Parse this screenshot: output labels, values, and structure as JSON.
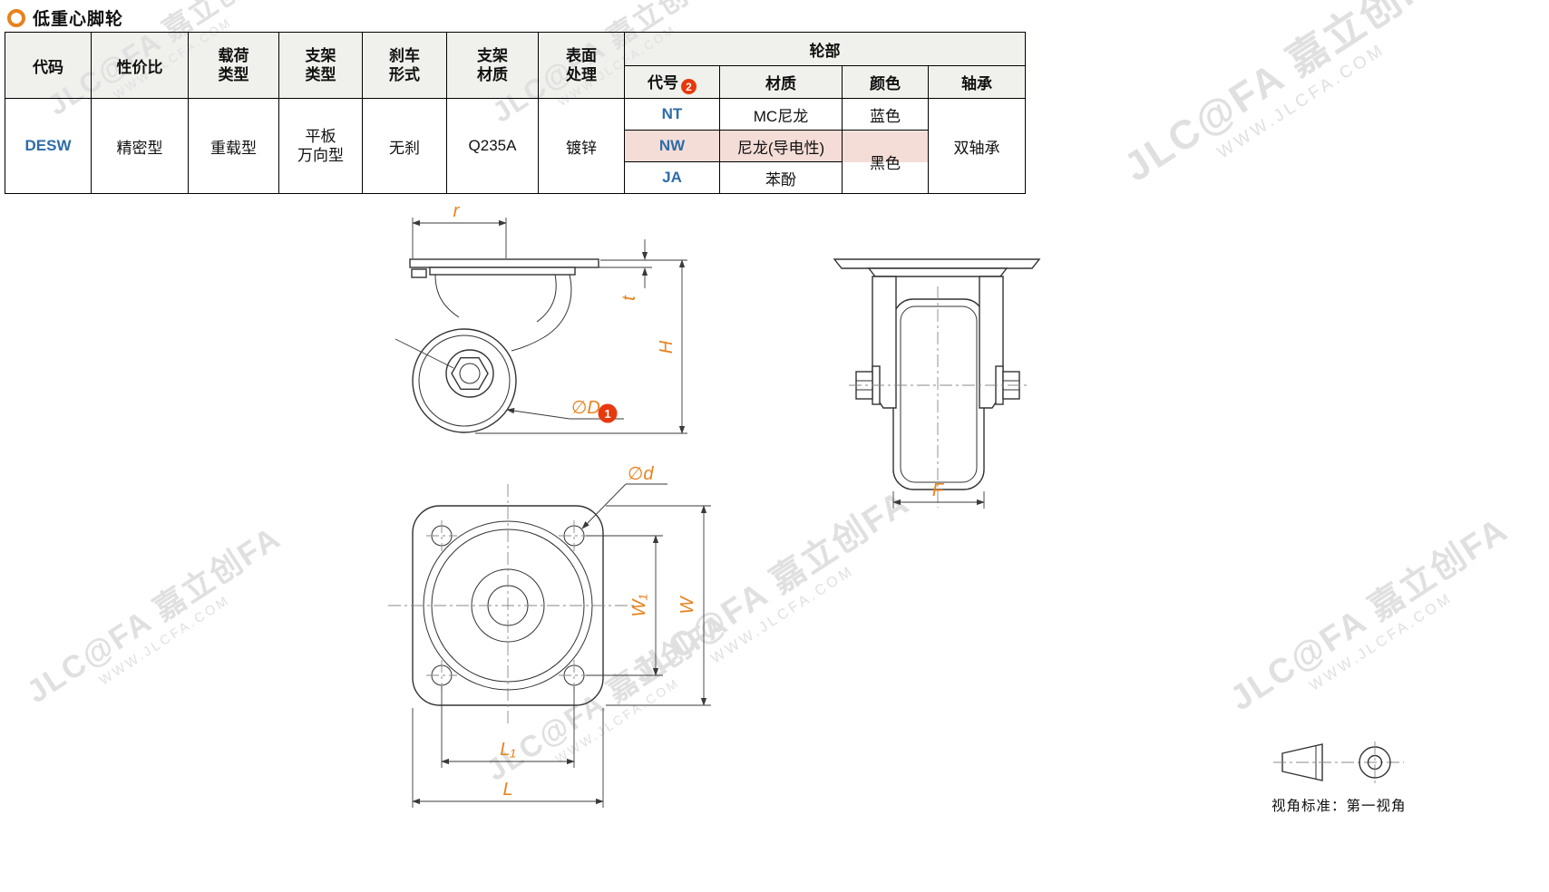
{
  "page": {
    "title": "低重心脚轮",
    "view_standard": "视角标准：第一视角"
  },
  "table": {
    "headers": {
      "code": "代码",
      "cost_performance": "性价比",
      "load_type": "载荷\n类型",
      "bracket_type": "支架\n类型",
      "brake_form": "刹车\n形式",
      "bracket_material": "支架\n材质",
      "surface_treatment": "表面\n处理",
      "wheel_section": "轮部",
      "wheel_code": "代号",
      "wheel_code_badge": "2",
      "wheel_material": "材质",
      "wheel_color": "颜色",
      "wheel_bearing": "轴承"
    },
    "row": {
      "code": "DESW",
      "cost_performance": "精密型",
      "load_type": "重载型",
      "bracket_type": "平板\n万向型",
      "brake_form": "无刹",
      "bracket_material": "Q235A",
      "surface_treatment": "镀锌",
      "bearing": "双轴承"
    },
    "wheel_rows": [
      {
        "code": "NT",
        "material": "MC尼龙",
        "color": "蓝色"
      },
      {
        "code": "NW",
        "material": "尼龙(导电性)",
        "color": "黑色"
      },
      {
        "code": "JA",
        "material": "苯酚",
        "color": ""
      }
    ]
  },
  "dims": {
    "r": "r",
    "t": "t",
    "H": "H",
    "D": "∅D",
    "D_badge": "1",
    "F": "F",
    "d": "∅d",
    "W1": "W₁",
    "W": "W",
    "L1": "L₁",
    "L": "L"
  },
  "watermark": {
    "line1": "JLC@FA 嘉立创FA",
    "line2": "WWW.JLCFA.COM"
  },
  "colors": {
    "accent_blue": "#2e6da8",
    "accent_orange": "#e8821e",
    "badge_red": "#e8380d",
    "pink_bg": "#f5ddd7",
    "header_bg": "#f0f0ec",
    "watermark_color": "#e0e0e0"
  }
}
